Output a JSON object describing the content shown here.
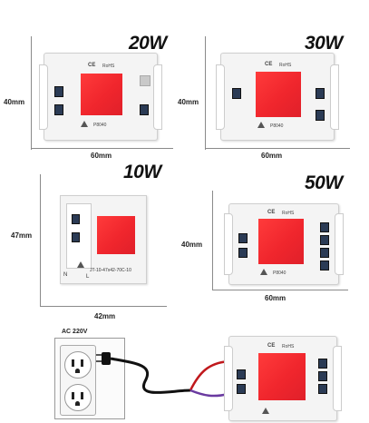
{
  "chips": [
    {
      "title": "20W",
      "height_label": "40mm",
      "width_label": "60mm",
      "ce": "CE",
      "rohs": "RoHS",
      "part": "P8040"
    },
    {
      "title": "30W",
      "height_label": "40mm",
      "width_label": "60mm",
      "ce": "CE",
      "rohs": "RoHS",
      "part": "P8040"
    },
    {
      "title": "10W",
      "height_label": "47mm",
      "width_label": "42mm",
      "part": "JT-10-47x42-70C-10",
      "n_mark": "N",
      "l_mark": "L"
    },
    {
      "title": "50W",
      "height_label": "40mm",
      "width_label": "60mm",
      "ce": "CE",
      "rohs": "RoHS",
      "part": "P8040"
    }
  ],
  "wiring": {
    "voltage_label": "AC 220V",
    "ce": "CE",
    "rohs": "RoHS"
  },
  "colors": {
    "led": "#f0262d",
    "wire_red": "#c0181c",
    "wire_purple": "#6a3aa0",
    "board": "#f4f4f4"
  }
}
